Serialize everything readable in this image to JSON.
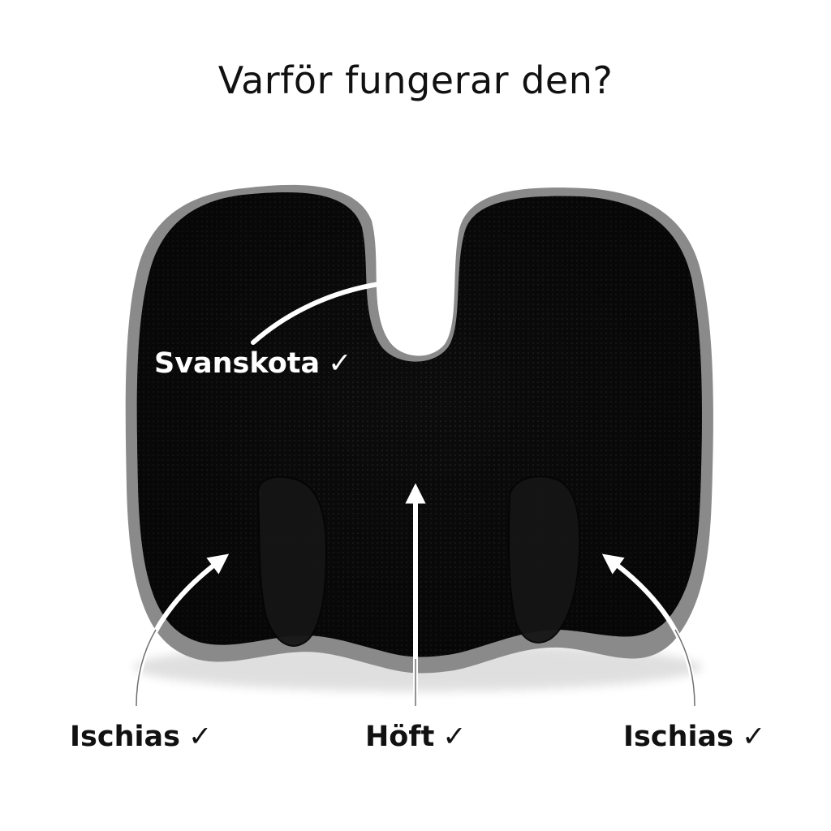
{
  "title": "Varför fungerar den?",
  "labels": {
    "svanskota": "Svanskota",
    "ischias_left": "Ischias",
    "hoft": "Höft",
    "ischias_right": "Ischias",
    "check": "✓"
  },
  "colors": {
    "background": "#ffffff",
    "cushion_top": "#0c0c0c",
    "cushion_edge": "#8a8a8a",
    "arrow": "#ffffff",
    "text_dark": "#111111",
    "text_light": "#ffffff"
  }
}
